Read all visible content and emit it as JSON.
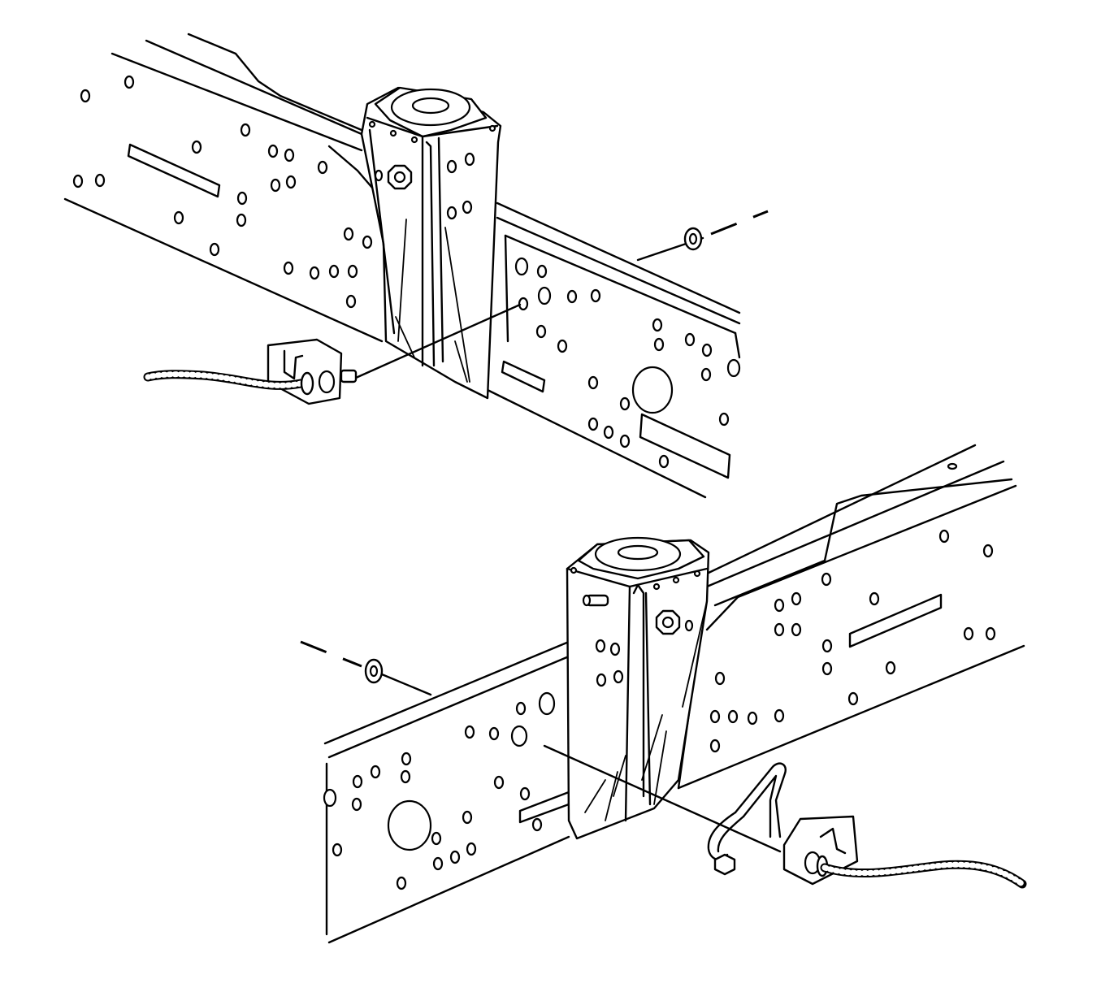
{
  "figure": {
    "type": "technical-line-drawing",
    "views": [
      {
        "id": "upper",
        "description_visible_text": ""
      },
      {
        "id": "lower",
        "description_visible_text": ""
      }
    ],
    "stroke_color": "#000000",
    "background_color": "#ffffff"
  }
}
